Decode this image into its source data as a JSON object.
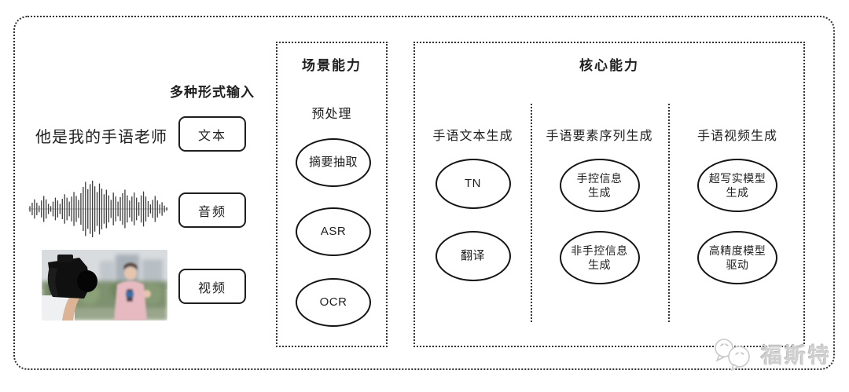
{
  "input_section": {
    "title": "多种形式输入",
    "sample_text": "他是我的手语老师",
    "items": [
      {
        "label": "文本"
      },
      {
        "label": "音频"
      },
      {
        "label": "视频"
      }
    ]
  },
  "scene_box": {
    "title": "场景能力",
    "subtitle": "预处理",
    "nodes": [
      "摘要抽取",
      "ASR",
      "OCR"
    ]
  },
  "core_box": {
    "title": "核心能力",
    "columns": [
      {
        "header": "手语文本生成",
        "nodes": [
          "TN",
          "翻译"
        ]
      },
      {
        "header": "手语要素序列生成",
        "nodes": [
          "手控信息\n生成",
          "非手控信息\n生成"
        ]
      },
      {
        "header": "手语视频生成",
        "nodes": [
          "超写实模型\n生成",
          "高精度模型\n驱动"
        ]
      }
    ]
  },
  "watermark": {
    "text": "福斯特",
    "icon": "chat-bubbles-icon"
  },
  "colors": {
    "line": "#1f1f1f",
    "dotted_border": "#2f2f2f",
    "background": "#ffffff",
    "watermark": "#d0d0d0"
  }
}
